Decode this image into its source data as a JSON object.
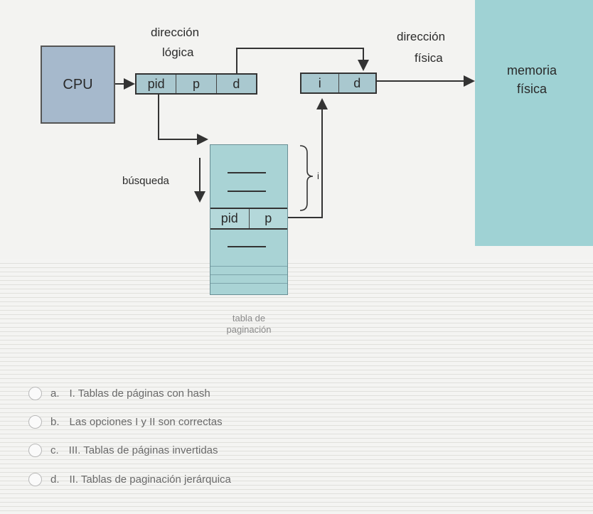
{
  "diagram": {
    "cpu_label": "CPU",
    "logical_address_label": [
      "dirección",
      "lógica"
    ],
    "physical_address_label": [
      "dirección",
      "física"
    ],
    "logical_address_fields": [
      "pid",
      "p",
      "d"
    ],
    "physical_address_fields": [
      "i",
      "d"
    ],
    "physical_memory_label": [
      "memoria",
      "física"
    ],
    "search_label": "búsqueda",
    "table_entry_fields": [
      "pid",
      "p"
    ],
    "brace_label": "i",
    "table_caption": [
      "tabla de",
      "paginación"
    ]
  },
  "options": [
    {
      "letter": "a.",
      "text": "I. Tablas de páginas con hash"
    },
    {
      "letter": "b.",
      "text": "Las opciones I y II son correctas"
    },
    {
      "letter": "c.",
      "text": "III. Tablas de páginas invertidas"
    },
    {
      "letter": "d.",
      "text": "II. Tablas de paginación jerárquica"
    }
  ],
  "colors": {
    "box_fill": "#a9c8cf",
    "cpu_fill": "#a6b9cc",
    "memory_fill": "#9fd2d4",
    "table_fill": "#a9d3d5"
  }
}
